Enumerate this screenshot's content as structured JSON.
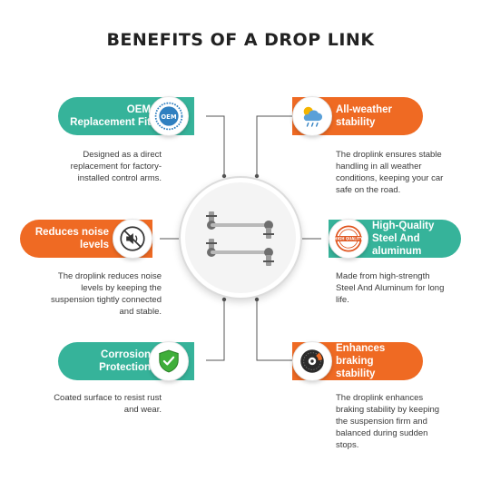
{
  "title": "BENEFITS OF A DROP LINK",
  "colors": {
    "teal": "#36b39a",
    "orange": "#ef6a23",
    "connector": "#555555"
  },
  "benefits": [
    {
      "label_line1": "OEM",
      "label_line2": "Replacement Fit",
      "icon": "oem-seal-icon",
      "badge_text": "OEM",
      "color": "teal",
      "desc_lines": [
        "Designed as a direct",
        "replacement for factory-",
        "installed control arms."
      ]
    },
    {
      "label_line1": "Reduces noise",
      "label_line2": "levels",
      "icon": "noise-off-icon",
      "color": "orange",
      "desc_lines": [
        "The droplink reduces noise",
        "levels by keeping the",
        "suspension tightly connected",
        "and stable."
      ]
    },
    {
      "label_line1": "Corrosion",
      "label_line2": "Protection",
      "icon": "shield-check-icon",
      "color": "teal",
      "desc_lines": [
        "Coated surface to resist rust",
        "and wear."
      ]
    },
    {
      "label_line1": "All-weather",
      "label_line2": "stability",
      "icon": "weather-icon",
      "color": "orange",
      "desc_lines": [
        "The droplink ensures stable",
        "handling in all weather",
        "conditions, keeping your car",
        "safe on the road."
      ]
    },
    {
      "label_line1": "High-Quality",
      "label_line2": "Steel And",
      "label_line3": "aluminum",
      "icon": "quality-stamp-icon",
      "badge_text": "HIGH QUALITY",
      "color": "teal",
      "desc_lines": [
        "Made from high-strength",
        "Steel And Aluminum for long",
        "life."
      ]
    },
    {
      "label_line1": "Enhances",
      "label_line2": "braking",
      "label_line3": "stability",
      "icon": "brake-disc-icon",
      "color": "orange",
      "desc_lines": [
        "The droplink enhances",
        "braking stability by keeping",
        "the suspension firm and",
        "balanced during sudden",
        "stops."
      ]
    }
  ],
  "center": {
    "icon": "drop-link-icon"
  }
}
